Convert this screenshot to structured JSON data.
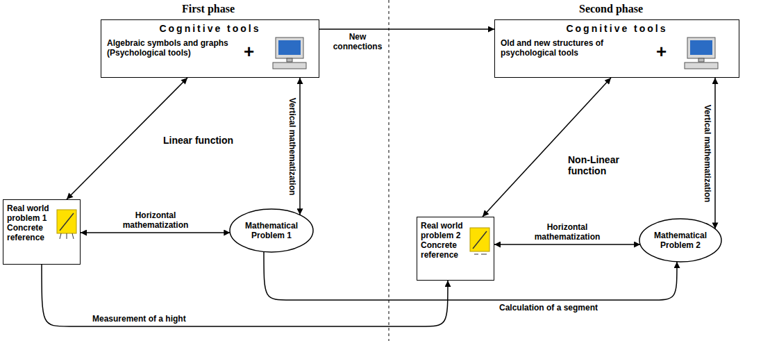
{
  "diagram": {
    "nodes": [
      {
        "text": [
          "Cognitive tools",
          "Algebraic symbols and graphs (Psychological tools)",
          "+"
        ]
      },
      {
        "text": [
          "Cognitive tools",
          "Old and new structures of psychological tools",
          "+"
        ]
      },
      {
        "text": [
          "Real world problem 1 Concrete reference"
        ]
      },
      {
        "text": [
          "Mathematical Problem 1"
        ]
      },
      {
        "text": [
          "Real world problem 2 Concrete reference"
        ]
      },
      {
        "text": [
          "Mathematical Problem 2"
        ]
      }
    ],
    "edges": [
      {
        "from": 2,
        "to": 0,
        "arrow": "both"
      },
      {
        "from": 0,
        "to": 3,
        "label": "Vertical mathematization",
        "arrow": "both"
      },
      {
        "from": 2,
        "to": 3,
        "label": "Horizontal mathematization",
        "arrow": "both"
      },
      {
        "from": 0,
        "to": 1,
        "label": "New connections",
        "arrow": "to"
      },
      {
        "from": 4,
        "to": 1,
        "arrow": "both"
      },
      {
        "from": 1,
        "to": 5,
        "label": "Vertical mathematization",
        "arrow": "both"
      },
      {
        "from": 4,
        "to": 5,
        "label": "Horizontal mathematization",
        "arrow": "both"
      },
      {
        "from": 2,
        "to": 4,
        "label": "Measurement of a hight",
        "arrow": "to"
      },
      {
        "from": 3,
        "to": 5,
        "label": "Calculation of a segment",
        "arrow": "to"
      }
    ],
    "labels": [
      "First phase",
      "Second phase",
      "Linear function",
      "Non-Linear function"
    ]
  }
}
